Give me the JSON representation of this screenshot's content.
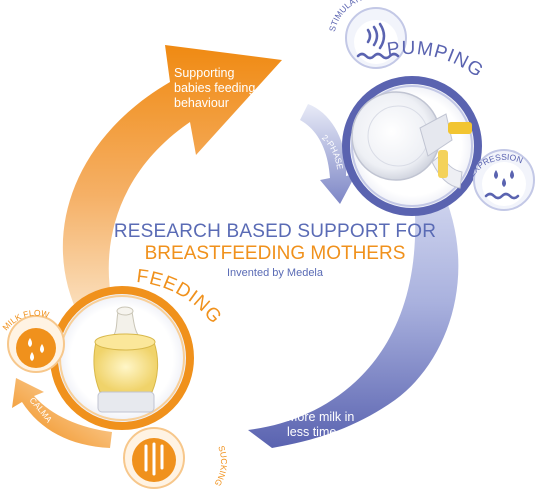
{
  "title": {
    "line1": "RESEARCH BASED SUPPORT FOR",
    "line2": "BREASTFEEDING MOTHERS",
    "line3": "Invented by Medela"
  },
  "notes": {
    "orange_arrow": "Supporting babies feeding behaviour",
    "purple_arrow": "More milk in less time"
  },
  "pumping": {
    "label": "PUMPING",
    "stimulation": "STIMULATION",
    "expression": "EXPRESSION",
    "phase": "2-PHASE"
  },
  "feeding": {
    "label": "FEEDING",
    "milk_flow": "MILK FLOW",
    "sucking": "SUCKING",
    "calma": "CALMA"
  },
  "colors": {
    "orange": "#f0911c",
    "purple": "#5a63b0",
    "light_purple": "#a7b0dd",
    "light_orange": "#f7c78b"
  }
}
